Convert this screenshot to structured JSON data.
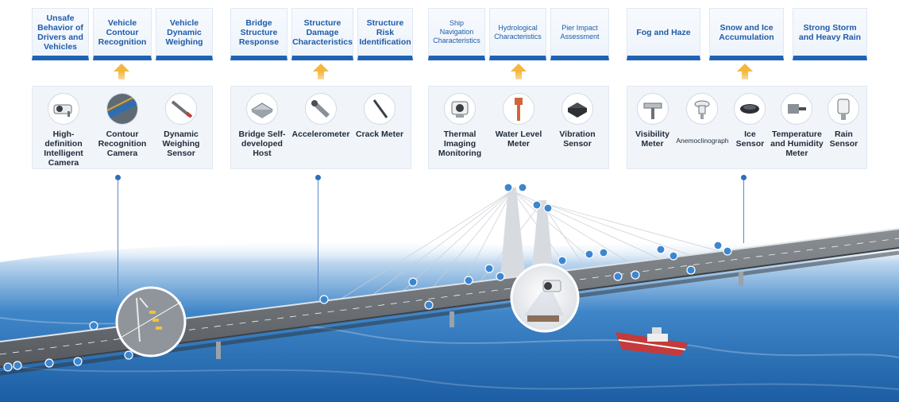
{
  "groups": [
    {
      "top_cards": [
        "Unsafe Behavior of Drivers and Vehicles",
        "Vehicle Contour Recognition",
        "Vehicle Dynamic Weighing"
      ],
      "sensors": [
        "High-definition Intelligent Camera",
        "Contour Recognition Camera",
        "Dynamic Weighing Sensor"
      ]
    },
    {
      "top_cards": [
        "Bridge Structure Response",
        "Structure Damage Characteristics",
        "Structure Risk Identification"
      ],
      "sensors": [
        "Bridge Self-developed Host",
        "Accelerometer",
        "Crack Meter"
      ]
    },
    {
      "top_cards": [
        "Ship Navigation Characteristics",
        "Hydrological Characteristics",
        "Pier Impact Assessment"
      ],
      "sensors": [
        "Thermal Imaging Monitoring",
        "Water Level Meter",
        "Vibration Sensor"
      ]
    },
    {
      "top_cards": [
        "Fog and Haze",
        "Snow and Ice Accumulation",
        "Strong Storm and Heavy Rain"
      ],
      "sensors": [
        "Visibility Meter",
        "Anemoclinograph",
        "Ice Sensor",
        "Temperature and Humidity Meter",
        "Rain Sensor"
      ]
    }
  ],
  "colors": {
    "card_text": "#1f5ba8",
    "card_bar": "#1f63b3",
    "arrow": "#f3b63f",
    "sea": "#2a6cb0",
    "road": "#6b6f73"
  }
}
